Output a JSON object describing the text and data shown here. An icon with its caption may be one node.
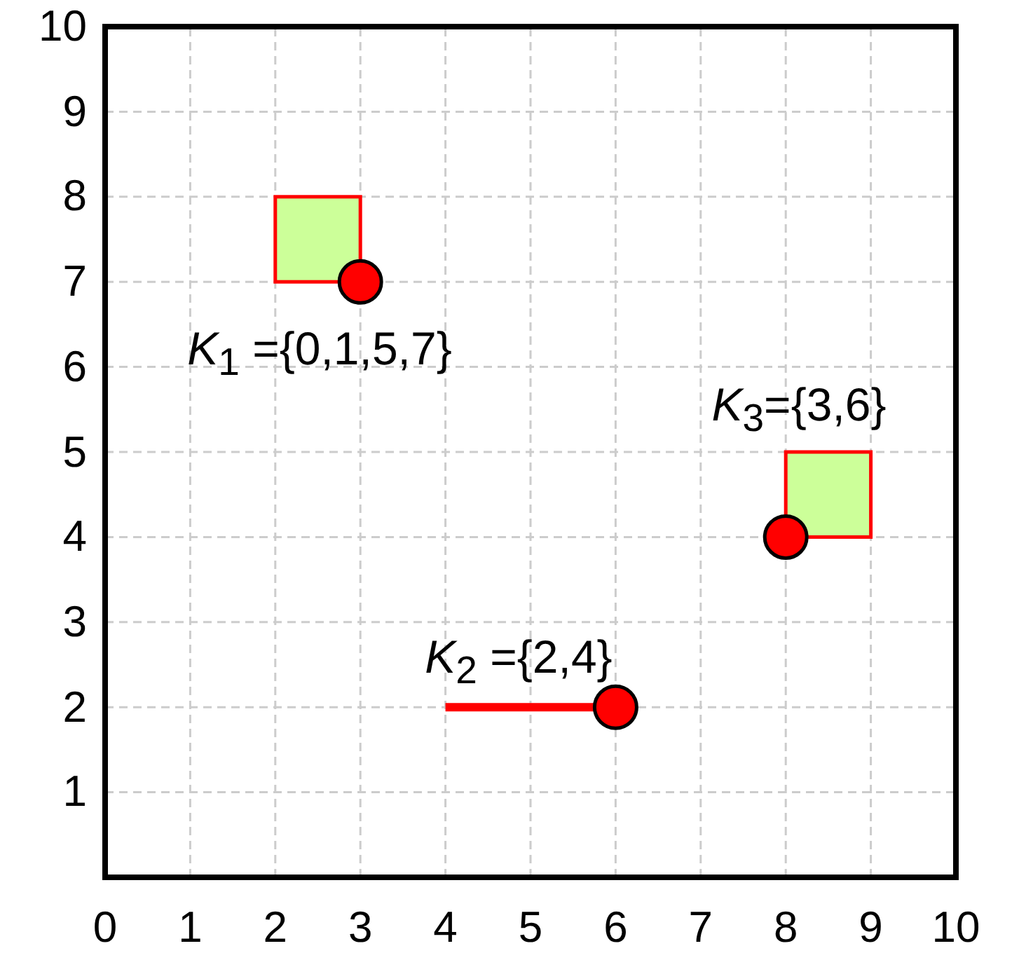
{
  "diagram": {
    "labels": [
      "10",
      "9",
      "8",
      "7",
      "6",
      "5",
      "4",
      "3",
      "2",
      "1",
      "*K*$_{1}$ ={0,1,5,7}",
      "*K*$_{3}$={3,6}",
      "*K*$_{2}$ ={2,4}",
      "0",
      "1",
      "2",
      "3",
      "4",
      "5",
      "6",
      "7",
      "8",
      "9",
      "10"
    ]
  }
}
